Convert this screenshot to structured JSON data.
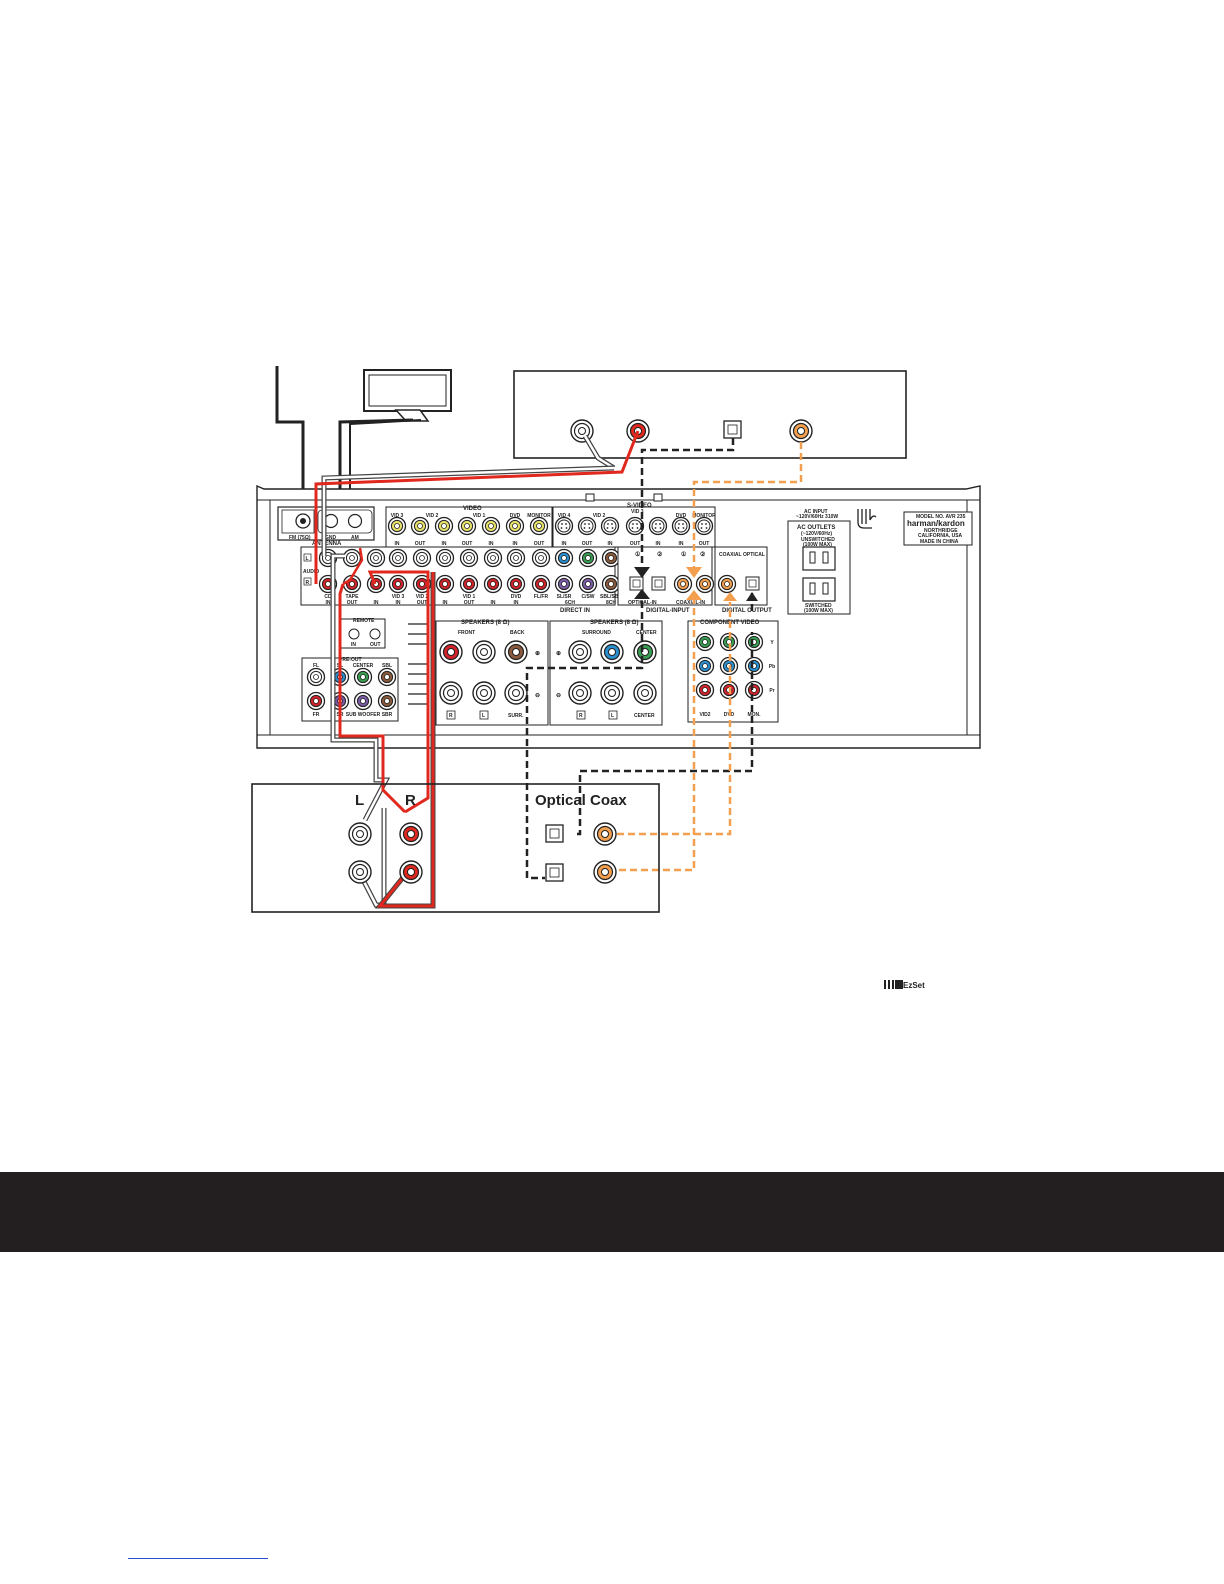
{
  "receiver": {
    "antenna": {
      "fm_label": "FM (75Ω)",
      "gnd_label": "GND",
      "am_label": "AM",
      "title": "ANTENNA"
    },
    "video_title": "VIDEO",
    "video_jacks": [
      {
        "group": "VID 3",
        "io": "IN"
      },
      {
        "group": "VID 2",
        "io": "OUT"
      },
      {
        "group": "VID 2",
        "io": "IN"
      },
      {
        "group": "VID 1",
        "io": "OUT"
      },
      {
        "group": "VID 1",
        "io": "IN"
      },
      {
        "group": "DVD",
        "io": "IN"
      },
      {
        "group": "MONITOR",
        "io": "OUT"
      }
    ],
    "video_groups": [
      "VID 3",
      "VID 2",
      "VID 1",
      "DVD",
      "MONITOR"
    ],
    "svideo_title": "S-VIDEO",
    "svideo_sub": "VID 3",
    "svideo_groups": [
      "VID 4",
      "VID 2",
      "DVD",
      "MONITOR"
    ],
    "svideo_io": [
      "IN",
      "OUT",
      "IN",
      "OUT",
      "IN",
      "IN",
      "OUT"
    ],
    "audio_title": "AUDIO",
    "audio_l": "L",
    "audio_r": "R",
    "audio_bottom": [
      {
        "group": "CD",
        "io": "IN"
      },
      {
        "group": "TAPE",
        "io": "OUT"
      },
      {
        "group": "",
        "io": "IN"
      },
      {
        "group": "VID 3",
        "io": "IN"
      },
      {
        "group": "VID 2",
        "io": "OUT"
      },
      {
        "group": "",
        "io": "IN"
      },
      {
        "group": "VID 1",
        "io": "OUT"
      },
      {
        "group": "",
        "io": "IN"
      },
      {
        "group": "DVD",
        "io": "IN"
      }
    ],
    "direct_in": {
      "title": "DIRECT IN",
      "labels": [
        "FL/FR",
        "SL/SR",
        "C/SW",
        "SBL/SBR"
      ],
      "sub": "6CH",
      "sub2": "8CH"
    },
    "digital_input": {
      "title": "DIGITAL-INPUT",
      "optical": "OPTICAL-IN",
      "coaxial": "COAXIAL-IN",
      "num1": "①",
      "num2": "②"
    },
    "digital_output": {
      "title": "DIGITAL OUTPUT",
      "coaxial": "COAXIAL",
      "optical": "OPTICAL"
    },
    "component_video": {
      "title": "COMPONENT VIDEO",
      "cols": [
        "VID2",
        "DVD",
        "MON."
      ],
      "rows": [
        "Y",
        "Pb",
        "Pr"
      ]
    },
    "remote": {
      "title": "REMOTE",
      "in": "IN",
      "out": "OUT"
    },
    "preout": {
      "title": "PRE-OUT",
      "top": [
        "FL",
        "SL",
        "CENTER",
        "SBL"
      ],
      "bottom": [
        "FR",
        "SR",
        "SUB WOOFER",
        "SBR"
      ]
    },
    "speakers_front": {
      "title": "SPEAKERS (8 Ω)",
      "front": "FRONT",
      "back": "BACK",
      "r": "R",
      "l": "L",
      "surr": "SURR."
    },
    "speakers_surr": {
      "title": "SPEAKERS (8 Ω)",
      "surround": "SURROUND",
      "center": "CENTER",
      "r": "R",
      "l": "L",
      "center_b": "CENTER"
    },
    "ac": {
      "input": "AC INPUT",
      "input_spec1": "~120V/60Hz  310W",
      "outlets": "AC OUTLETS",
      "outlets_spec": "(~120V/60Hz)",
      "unswitched": "UNSWITCHED",
      "unswitched_max": "(100W MAX)",
      "switched": "SWITCHED",
      "switched_max": "(100W MAX)"
    },
    "brand": {
      "model": "MODEL NO. AVR 235",
      "logo": "harman/kardon",
      "loc1": "NORTHRIDGE",
      "loc2": "CALIFORNIA, USA",
      "made": "MADE IN CHINA"
    }
  },
  "recorder": {
    "left_label": "L",
    "right_label": "R",
    "optical_label": "Optical",
    "coax_label": "Coax"
  },
  "ezset": "EzSet",
  "colors": {
    "red_cable": "#e0281e",
    "orange_dash": "#f2a04f",
    "yellow_jack": "#e8e26a",
    "green_jack": "#3a9e52",
    "blue_jack": "#2b8fcf",
    "red_jack": "#d2232a",
    "brown_jack": "#8a5a3c",
    "purple_jack": "#7b5aa6",
    "footer_band": "#231f20"
  }
}
